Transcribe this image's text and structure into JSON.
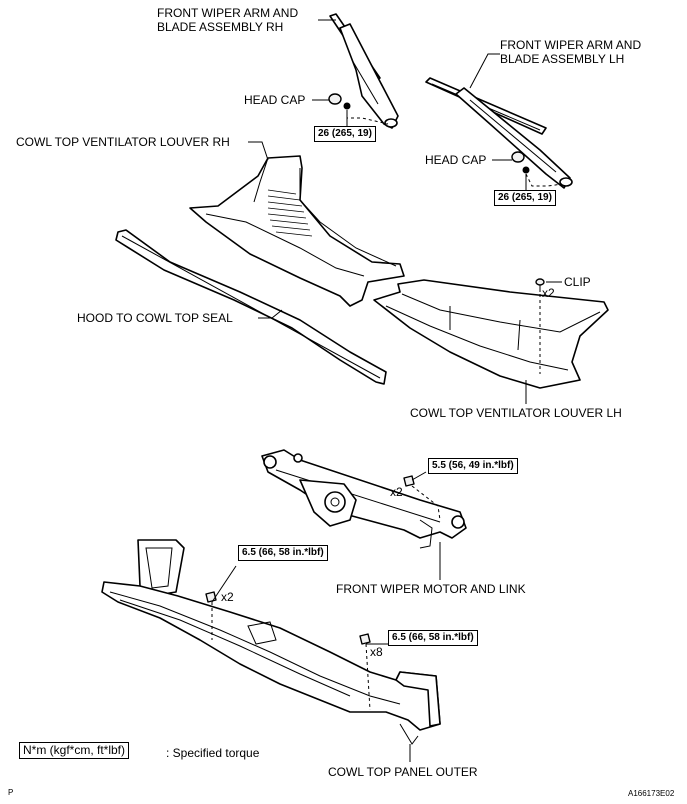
{
  "labels": {
    "wiper_rh": [
      "FRONT WIPER ARM AND",
      "BLADE ASSEMBLY RH"
    ],
    "wiper_lh": [
      "FRONT WIPER ARM AND",
      "BLADE ASSEMBLY LH"
    ],
    "head_cap_rh": "HEAD CAP",
    "head_cap_lh": "HEAD CAP",
    "louver_rh": "COWL TOP VENTILATOR LOUVER RH",
    "hood_seal": "HOOD TO COWL TOP SEAL",
    "clip": "CLIP",
    "louver_lh": "COWL TOP VENTILATOR LOUVER LH",
    "motor_link": "FRONT WIPER MOTOR AND LINK",
    "panel_outer": "COWL TOP PANEL OUTER"
  },
  "torques": {
    "wiper_rh": "26 (265, 19)",
    "wiper_lh": "26 (265, 19)",
    "motor_link": "5.5 (56, 49 in.*lbf)",
    "panel_left": "6.5 (66, 58 in.*lbf)",
    "panel_right": "6.5 (66, 58 in.*lbf)"
  },
  "quantities": {
    "clip": "x2",
    "motor_link": "x2",
    "panel_left": "x2",
    "panel_right": "x8"
  },
  "legend": {
    "unit_box": "N*m (kgf*cm, ft*lbf)",
    "description": ": Specified torque"
  },
  "footer": {
    "left_mark": "P",
    "figure_id": "A166173E02"
  }
}
